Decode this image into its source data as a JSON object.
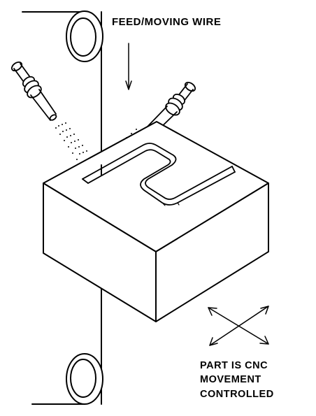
{
  "labels": {
    "feed_wire": "FEED/MOVING WIRE",
    "part_movement_line1": "PART IS CNC",
    "part_movement_line2": "MOVEMENT",
    "part_movement_line3": "CONTROLLED"
  },
  "colors": {
    "ink": "#000000",
    "background": "#ffffff"
  },
  "icons": {
    "feed_direction": "down-arrow-icon",
    "movement": "crossed-double-arrows-icon"
  }
}
